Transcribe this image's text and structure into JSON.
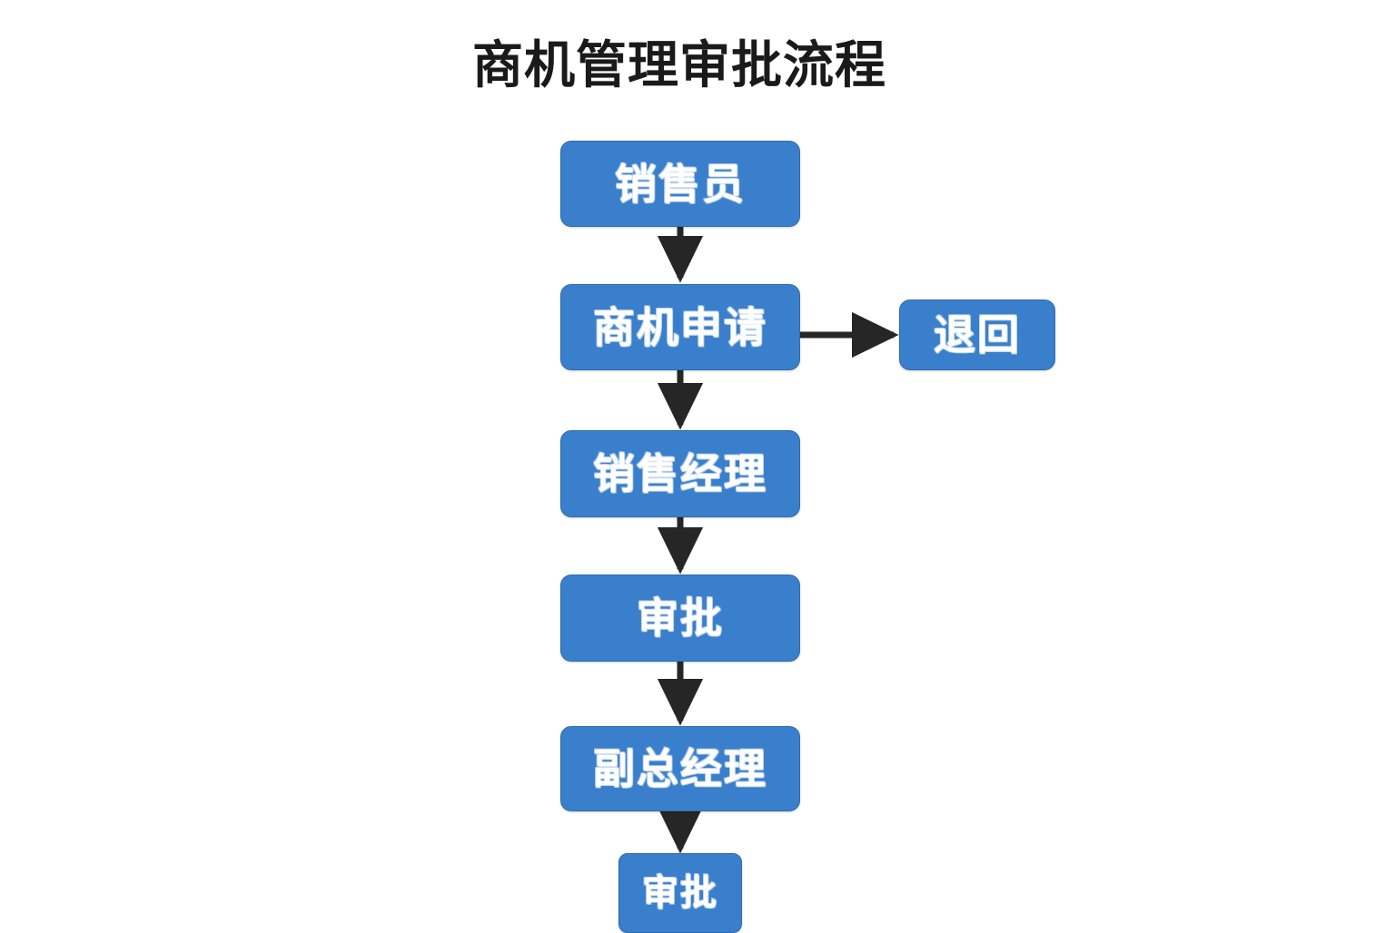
{
  "diagram": {
    "title": "商机管理审批流程",
    "background_color": "#ffffff",
    "node_fill_color": "#3a7fcb",
    "node_border_color": "#2f6cb0",
    "node_text_color": "#ffffff",
    "arrow_color": "#262626",
    "title_color": "#1a1a1a",
    "nodes": [
      {
        "id": "salesperson",
        "label": "销售员",
        "shape": "rounded-rect",
        "column": "main",
        "order": 1
      },
      {
        "id": "application",
        "label": "商机申请",
        "shape": "rounded-rect",
        "column": "main",
        "order": 2
      },
      {
        "id": "salesmanager",
        "label": "销售经理",
        "shape": "rounded-rect",
        "column": "main",
        "order": 3
      },
      {
        "id": "approval1",
        "label": "审批",
        "shape": "rounded-rect",
        "column": "main",
        "order": 4
      },
      {
        "id": "vicegm",
        "label": "副总经理",
        "shape": "rounded-rect",
        "column": "main",
        "order": 5
      },
      {
        "id": "approval2",
        "label": "审批",
        "shape": "rounded-rect",
        "column": "main",
        "order": 6
      },
      {
        "id": "return",
        "label": "退回",
        "shape": "rounded-rect",
        "column": "branch",
        "order": 1
      }
    ],
    "edges": [
      {
        "from": "salesperson",
        "to": "application",
        "direction": "down",
        "label": ""
      },
      {
        "from": "application",
        "to": "return",
        "direction": "right",
        "label": ""
      },
      {
        "from": "application",
        "to": "salesmanager",
        "direction": "down",
        "label": ""
      },
      {
        "from": "salesmanager",
        "to": "approval1",
        "direction": "down",
        "label": ""
      },
      {
        "from": "approval1",
        "to": "vicegm",
        "direction": "down",
        "label": ""
      },
      {
        "from": "vicegm",
        "to": "approval2",
        "direction": "down",
        "label": ""
      }
    ]
  }
}
